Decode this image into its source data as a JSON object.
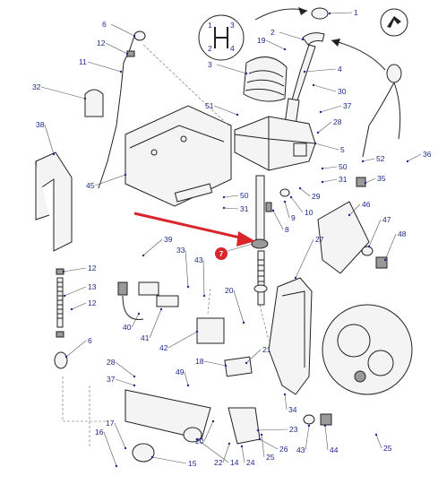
{
  "diagram": {
    "highlight_color": "#d8262b",
    "callout_color": "#1f2a8a",
    "highlight_label": "7",
    "gear_pattern": {
      "labels": [
        "1",
        "3",
        "2",
        "4"
      ]
    },
    "part_labels": [
      {
        "id": "l1",
        "text": "1"
      },
      {
        "id": "l2",
        "text": "2"
      },
      {
        "id": "l3",
        "text": "3"
      },
      {
        "id": "l4",
        "text": "4"
      },
      {
        "id": "l5",
        "text": "5"
      },
      {
        "id": "l6",
        "text": "6"
      },
      {
        "id": "l6b",
        "text": "6"
      },
      {
        "id": "l8",
        "text": "8"
      },
      {
        "id": "l9",
        "text": "9"
      },
      {
        "id": "l10",
        "text": "10"
      },
      {
        "id": "l11",
        "text": "11"
      },
      {
        "id": "l12a",
        "text": "12"
      },
      {
        "id": "l12b",
        "text": "12"
      },
      {
        "id": "l12c",
        "text": "12"
      },
      {
        "id": "l13",
        "text": "13"
      },
      {
        "id": "l14",
        "text": "14"
      },
      {
        "id": "l15",
        "text": "15"
      },
      {
        "id": "l16",
        "text": "16"
      },
      {
        "id": "l17",
        "text": "17"
      },
      {
        "id": "l18",
        "text": "18"
      },
      {
        "id": "l19",
        "text": "19"
      },
      {
        "id": "l20a",
        "text": "20"
      },
      {
        "id": "l20b",
        "text": "20"
      },
      {
        "id": "l21",
        "text": "21"
      },
      {
        "id": "l22",
        "text": "22"
      },
      {
        "id": "l23",
        "text": "23"
      },
      {
        "id": "l24",
        "text": "24"
      },
      {
        "id": "l25a",
        "text": "25"
      },
      {
        "id": "l25b",
        "text": "25"
      },
      {
        "id": "l26",
        "text": "26"
      },
      {
        "id": "l27",
        "text": "27"
      },
      {
        "id": "l28a",
        "text": "28"
      },
      {
        "id": "l28b",
        "text": "28"
      },
      {
        "id": "l29",
        "text": "29"
      },
      {
        "id": "l30",
        "text": "30"
      },
      {
        "id": "l31a",
        "text": "31"
      },
      {
        "id": "l31b",
        "text": "31"
      },
      {
        "id": "l32",
        "text": "32"
      },
      {
        "id": "l33",
        "text": "33"
      },
      {
        "id": "l34",
        "text": "34"
      },
      {
        "id": "l35",
        "text": "35"
      },
      {
        "id": "l36",
        "text": "36"
      },
      {
        "id": "l37a",
        "text": "37"
      },
      {
        "id": "l37b",
        "text": "37"
      },
      {
        "id": "l38",
        "text": "38"
      },
      {
        "id": "l39",
        "text": "39"
      },
      {
        "id": "l40",
        "text": "40"
      },
      {
        "id": "l41",
        "text": "41"
      },
      {
        "id": "l42",
        "text": "42"
      },
      {
        "id": "l43a",
        "text": "43"
      },
      {
        "id": "l43b",
        "text": "43"
      },
      {
        "id": "l44",
        "text": "44"
      },
      {
        "id": "l45",
        "text": "45"
      },
      {
        "id": "l46",
        "text": "46"
      },
      {
        "id": "l47",
        "text": "47"
      },
      {
        "id": "l48",
        "text": "48"
      },
      {
        "id": "l49",
        "text": "49"
      },
      {
        "id": "l50a",
        "text": "50"
      },
      {
        "id": "l50b",
        "text": "50"
      },
      {
        "id": "l51",
        "text": "51"
      },
      {
        "id": "l52",
        "text": "52"
      }
    ]
  }
}
